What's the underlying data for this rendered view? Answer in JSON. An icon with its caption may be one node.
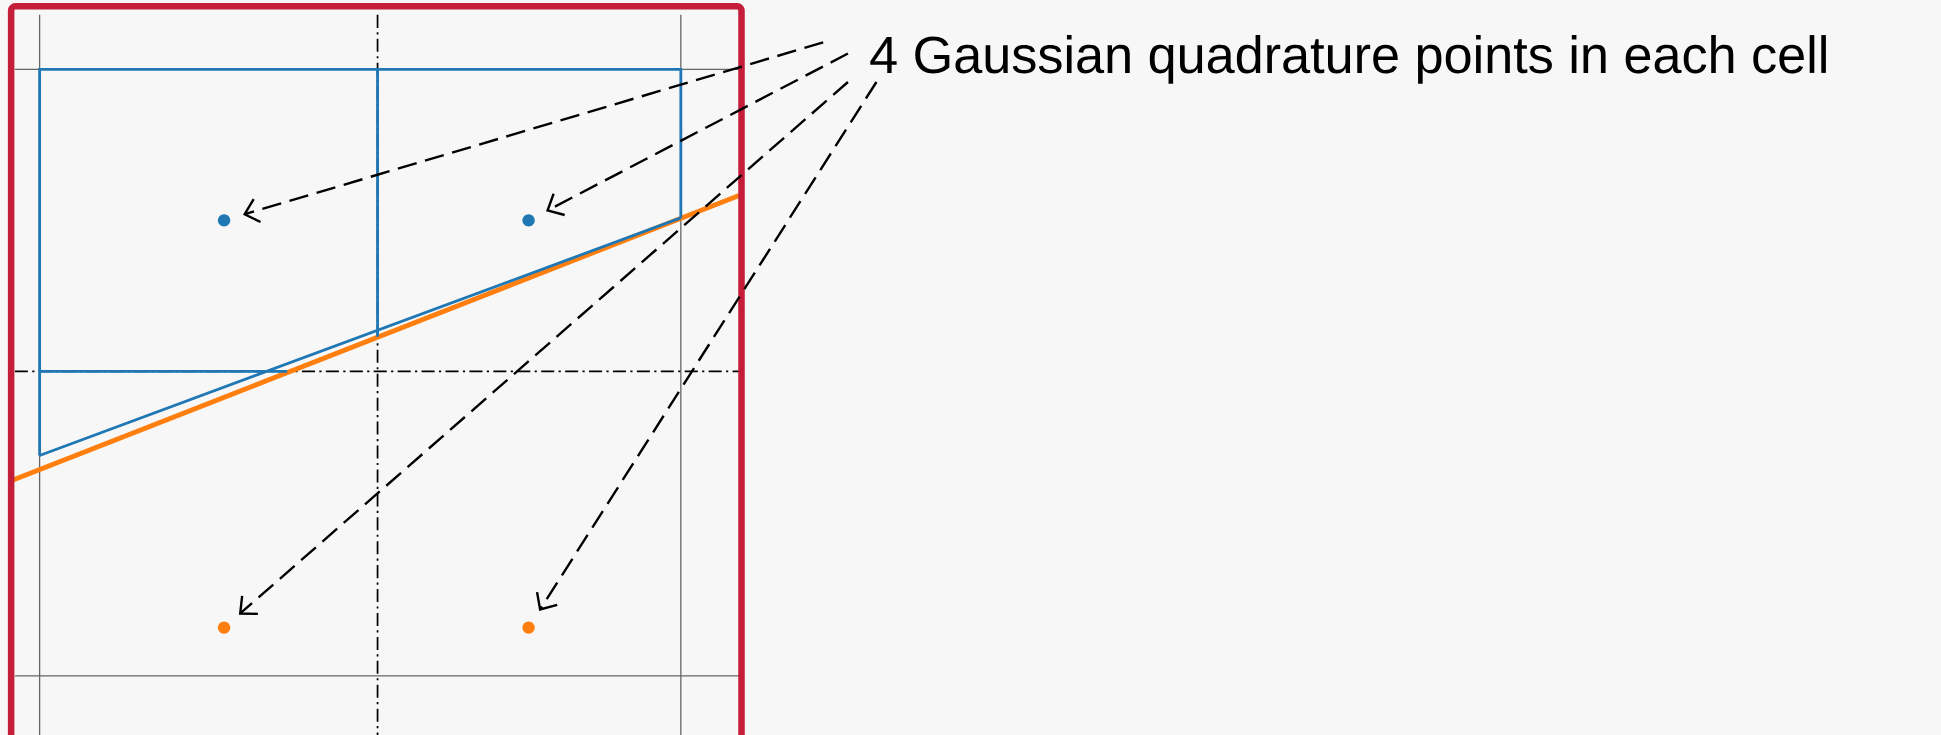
{
  "diagram": {
    "nodes": [
      {
        "text": [
          "4 Gaussian quadrature points in each cell"
        ]
      },
      {
        "text": [],
        "shape": "circle"
      },
      {
        "text": [],
        "shape": "circle"
      },
      {
        "text": [],
        "shape": "circle"
      },
      {
        "text": [],
        "shape": "circle"
      }
    ],
    "edges": [
      {
        "from": 0,
        "to": 1,
        "arrow": "to",
        "style": "dashed"
      },
      {
        "from": 0,
        "to": 2,
        "arrow": "to",
        "style": "dashed"
      },
      {
        "from": 0,
        "to": 3,
        "arrow": "to",
        "style": "dashed"
      },
      {
        "from": 0,
        "to": 4,
        "arrow": "to",
        "style": "dashed"
      }
    ]
  }
}
